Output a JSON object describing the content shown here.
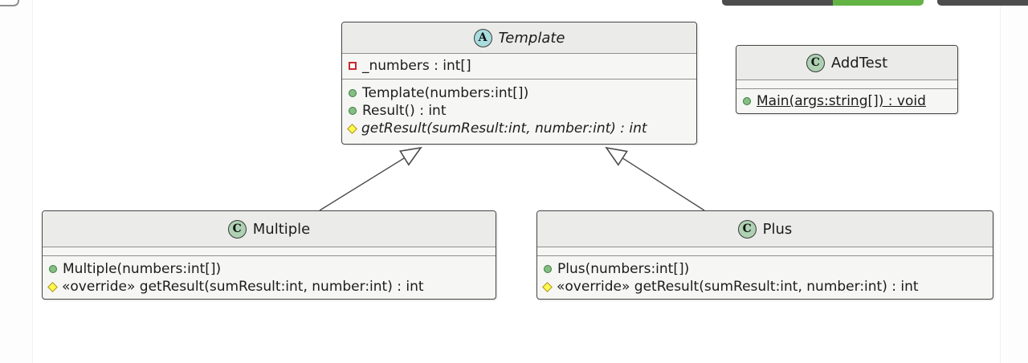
{
  "window": {
    "background": "#ffffff"
  },
  "top_toolbar_fragments": {
    "dark_color": "#4d4d4d",
    "green_color": "#63b345",
    "items": [
      "dark-button-left",
      "green-button",
      "dark-button-right"
    ]
  },
  "diagram": {
    "type": "uml-class-diagram",
    "colors": {
      "box_header_bg": "#ebebe9",
      "box_body_bg": "#f6f6f4",
      "box_border": "#454545",
      "abstract_circle_bg": "#A9DCDF",
      "class_circle_bg": "#ADD1B2",
      "private_icon_border": "#C82930",
      "public_icon_bg": "#84BE84",
      "protected_icon_bg": "#FBFB4B"
    },
    "classes": [
      {
        "name": "Template",
        "kind": "abstract class",
        "letter": "A",
        "fields": [
          {
            "visibility": "private",
            "text": "_numbers : int[]"
          }
        ],
        "methods": [
          {
            "visibility": "public",
            "text": "Template(numbers:int[])"
          },
          {
            "visibility": "public",
            "text": "Result() : int"
          },
          {
            "visibility": "protected",
            "text": "getResult(sumResult:int, number:int) : int",
            "style": "italic"
          }
        ]
      },
      {
        "name": "AddTest",
        "kind": "class",
        "letter": "C",
        "fields": [],
        "methods": [
          {
            "visibility": "public",
            "text": "Main(args:string[]) : void",
            "style": "underline-static"
          }
        ]
      },
      {
        "name": "Multiple",
        "kind": "class",
        "letter": "C",
        "fields": [],
        "methods": [
          {
            "visibility": "public",
            "text": "Multiple(numbers:int[])"
          },
          {
            "visibility": "protected",
            "text": "«override» getResult(sumResult:int, number:int) : int"
          }
        ]
      },
      {
        "name": "Plus",
        "kind": "class",
        "letter": "C",
        "fields": [],
        "methods": [
          {
            "visibility": "public",
            "text": "Plus(numbers:int[])"
          },
          {
            "visibility": "protected",
            "text": "«override» getResult(sumResult:int, number:int) : int"
          }
        ]
      }
    ],
    "relations": [
      {
        "from": "Multiple",
        "to": "Template",
        "type": "generalization"
      },
      {
        "from": "Plus",
        "to": "Template",
        "type": "generalization"
      }
    ]
  }
}
